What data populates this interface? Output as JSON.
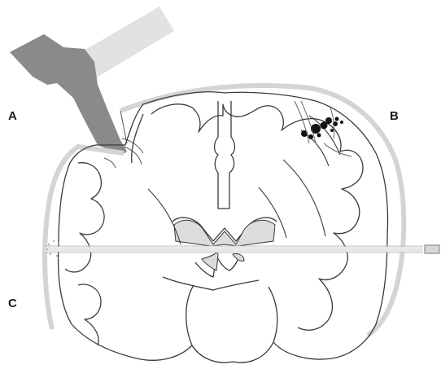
{
  "labels": {
    "a": "A",
    "b": "B",
    "c": "C"
  },
  "colors": {
    "skull": "#d4d4d4",
    "outline": "#3a3a3a",
    "hammer_head": "#8a8a8a",
    "hammer_handle": "#e2e2e2",
    "contusion": "#111111",
    "ventricle": "#dcdcdc"
  },
  "icons": {
    "hammer": "hammer-icon",
    "brain": "brain-coronal-section-icon",
    "bullet": "bullet-projectile-icon",
    "hemorrhage": "hemorrhage-spots-icon"
  }
}
